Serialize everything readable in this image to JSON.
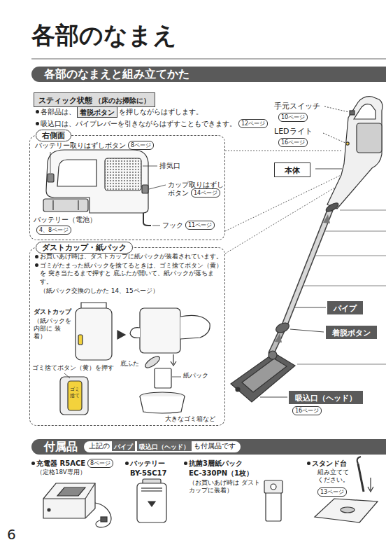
{
  "diagram": {
    "title": "各部のなまえ",
    "nodes": [
      {
        "text": [
          "各部のなまえと組み立てかた"
        ]
      },
      {
        "text": [
          "スティック状態",
          "（床のお掃除に）"
        ]
      },
      {
        "text": [
          "着脱ボタン"
        ]
      },
      {
        "text": [
          "右側面"
        ]
      },
      {
        "text": [
          "ダストカップ・紙パック"
        ]
      },
      {
        "text": [
          "本体"
        ]
      },
      {
        "text": [
          "パイプ"
        ]
      },
      {
        "text": [
          "着脱ボタン"
        ]
      },
      {
        "text": [
          "吸込口（ヘッド）"
        ]
      },
      {
        "text": [
          "付属品"
        ]
      },
      {
        "text": [
          "パイプ"
        ],
        "in": 9
      },
      {
        "text": [
          "吸込口（ヘッド）"
        ],
        "in": 9
      }
    ],
    "labels": [
      "各部品は、",
      "を押しながらはずします。",
      "吸込口は、パイプレバーを引きながらはずすこともできます。",
      "12ページ",
      "バッテリー取りはずしボタン",
      "8ページ",
      "排気口",
      "カップ取りはずし ボタン",
      "14ページ",
      "バッテリー（電池）",
      "4、8ページ",
      "フック",
      "11ページ",
      "お買いあげ時は、ダストカップに紙パックが装着されています。",
      "ゴミがたまった紙パックを捨てるときは、ゴミ捨てボタン（黄）を 突き当たるまで押すと 底ふたが開いて、紙パックが落ちます。",
      "（紙パック交換のしかた 14、15ページ）",
      "ダストカップ",
      "（紙パックを 内部に 装着）",
      "ゴミ捨てボタン（黄）を押す",
      "ゴミ 捨て",
      "底ふた",
      "紙パック",
      "大きなゴミ箱など",
      "手元スイッチ",
      "10ページ",
      "LEDライト",
      "16ページ",
      "16ページ",
      "上記の",
      "も付属品です",
      "充電器 R5ACE",
      "8ページ",
      "（定格18V専用）",
      "バッテリー",
      "BY-5SC17",
      "抗菌3層紙パック",
      "EC-330PN（1枚）",
      "（お買いあげ時は ダストカップに装着）",
      "スタンド台",
      "組み立てて ください。",
      "13ページ",
      "6"
    ]
  }
}
